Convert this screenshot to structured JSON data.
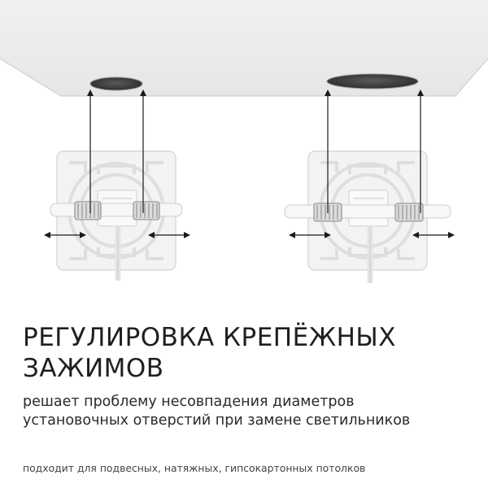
{
  "heading": {
    "line1": "РЕГУЛИРОВКА КРЕПЁЖНЫХ",
    "line2": "ЗАЖИМОВ"
  },
  "description": {
    "line1": "решает проблему несовпадения диаметров",
    "line2": "установочных отверстий при замене светильников"
  },
  "footer_note": "подходит для подвесных, натяжных, гипсокартонных потолков",
  "colors": {
    "ceiling": "#ececec",
    "ceiling_edge": "#d4d4d4",
    "hole_dark": "#3c3c3c",
    "panel": "#f2f2f2",
    "arrow": "#1a1a1a",
    "text": "#1f1f1f"
  },
  "fixtures": [
    {
      "name": "fixture-narrow-clips",
      "state": "clips retracted"
    },
    {
      "name": "fixture-wide-clips",
      "state": "clips extended"
    }
  ]
}
